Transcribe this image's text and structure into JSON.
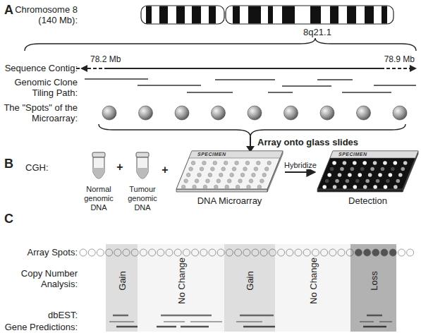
{
  "diagram": {
    "nodes": [
      {
        "text": [
          "SPECIMEN",
          "DNA Microarray"
        ]
      },
      {
        "text": [
          "SPECIMEN",
          "Detection"
        ]
      },
      {
        "text": [
          "Gain"
        ]
      },
      {
        "text": [
          "No Change"
        ]
      },
      {
        "text": [
          "Gain"
        ]
      },
      {
        "text": [
          "No Change"
        ]
      },
      {
        "text": [
          "Loss"
        ]
      }
    ],
    "edges": [
      {
        "from": 0,
        "to": 1,
        "label": "Hybridize",
        "arrow": "to"
      }
    ],
    "labels": [
      "A",
      "Chromosome 8 (140 Mb):",
      "8q21.1",
      "Sequence Contig:",
      "78.2 Mb",
      "78.9 Mb",
      "Genomic Clone Tiling Path:",
      "The \"Spots\" of the Microarray:",
      "Array onto glass slides",
      "B",
      "CGH:",
      "Normal genomic DNA",
      "+",
      "Tumour genomic DNA",
      "+",
      "C",
      "Array Spots:",
      "Copy Number Analysis:",
      "dbEST:",
      "Gene Predictions:"
    ]
  }
}
